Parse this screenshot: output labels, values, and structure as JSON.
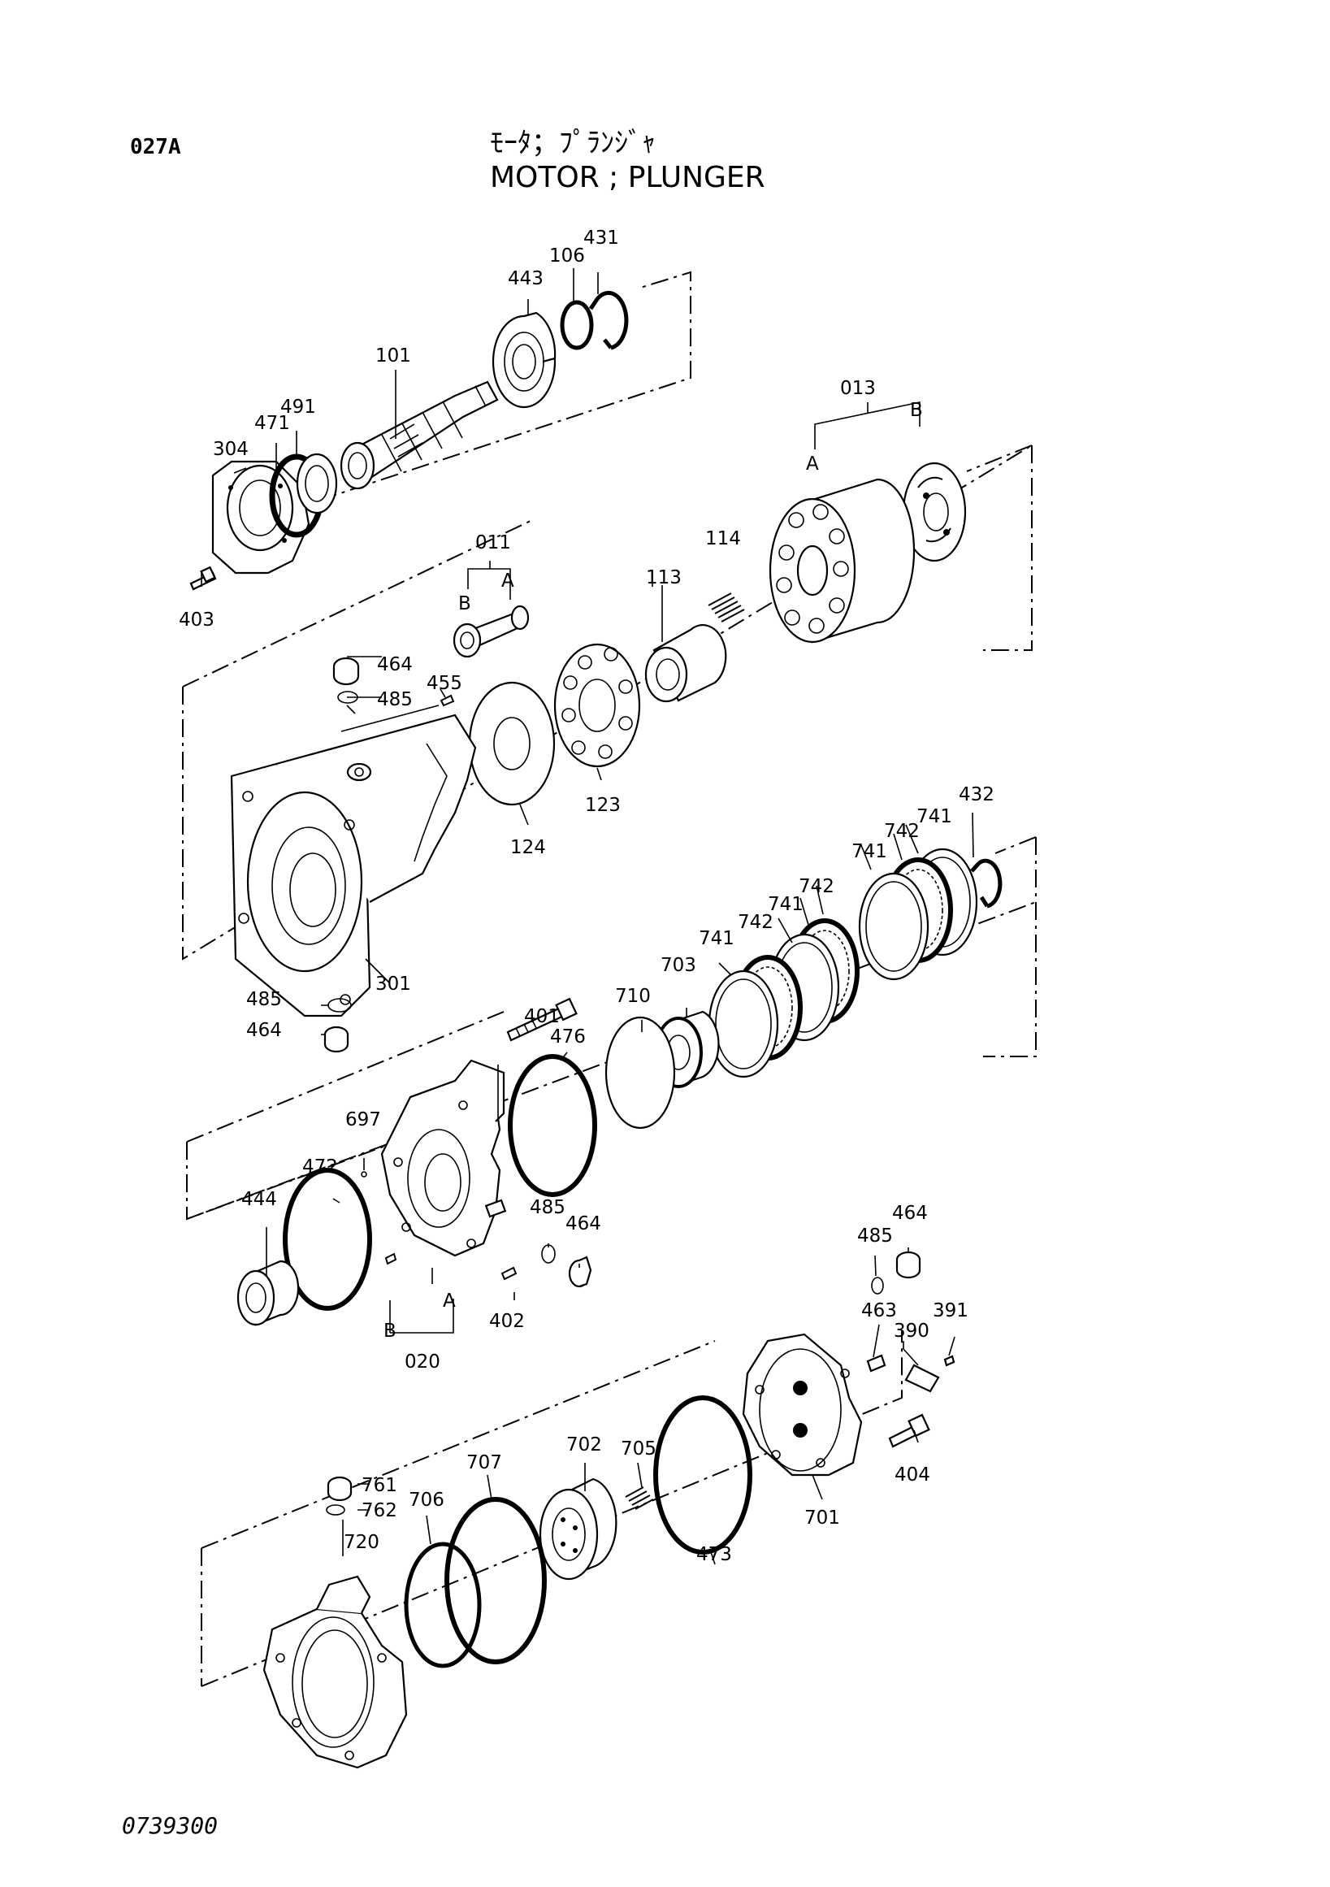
{
  "header": {
    "figure_code": "027A",
    "title_jp": "ﾓｰﾀ；ﾌﾟﾗﾝｼﾞｬ",
    "title_en": "MOTOR ; PLUNGER"
  },
  "footer": {
    "drawing_no": "0739300"
  },
  "callouts": [
    {
      "id": "c-431",
      "text": "431"
    },
    {
      "id": "c-106",
      "text": "106"
    },
    {
      "id": "c-443",
      "text": "443"
    },
    {
      "id": "c-101",
      "text": "101"
    },
    {
      "id": "c-491",
      "text": "491"
    },
    {
      "id": "c-471",
      "text": "471"
    },
    {
      "id": "c-304",
      "text": "304"
    },
    {
      "id": "c-403",
      "text": "403"
    },
    {
      "id": "c-013",
      "text": "013"
    },
    {
      "id": "c-013B",
      "text": "B"
    },
    {
      "id": "c-013A",
      "text": "A"
    },
    {
      "id": "c-011",
      "text": "011"
    },
    {
      "id": "c-011B",
      "text": "B"
    },
    {
      "id": "c-011A",
      "text": "A"
    },
    {
      "id": "c-114",
      "text": "114"
    },
    {
      "id": "c-113",
      "text": "113"
    },
    {
      "id": "c-464a",
      "text": "464"
    },
    {
      "id": "c-485a",
      "text": "485"
    },
    {
      "id": "c-455",
      "text": "455"
    },
    {
      "id": "c-123",
      "text": "123"
    },
    {
      "id": "c-124",
      "text": "124"
    },
    {
      "id": "c-301",
      "text": "301"
    },
    {
      "id": "c-485b",
      "text": "485"
    },
    {
      "id": "c-464b",
      "text": "464"
    },
    {
      "id": "c-432",
      "text": "432"
    },
    {
      "id": "c-741a",
      "text": "741"
    },
    {
      "id": "c-742a",
      "text": "742"
    },
    {
      "id": "c-741b",
      "text": "741"
    },
    {
      "id": "c-742b",
      "text": "742"
    },
    {
      "id": "c-741c",
      "text": "741"
    },
    {
      "id": "c-742c",
      "text": "742"
    },
    {
      "id": "c-741d",
      "text": "741"
    },
    {
      "id": "c-703",
      "text": "703"
    },
    {
      "id": "c-710",
      "text": "710"
    },
    {
      "id": "c-401",
      "text": "401"
    },
    {
      "id": "c-476",
      "text": "476"
    },
    {
      "id": "c-697",
      "text": "697"
    },
    {
      "id": "c-472",
      "text": "472"
    },
    {
      "id": "c-444",
      "text": "444"
    },
    {
      "id": "c-485c",
      "text": "485"
    },
    {
      "id": "c-464c",
      "text": "464"
    },
    {
      "id": "c-020A",
      "text": "A"
    },
    {
      "id": "c-020B",
      "text": "B"
    },
    {
      "id": "c-020",
      "text": "020"
    },
    {
      "id": "c-402",
      "text": "402"
    },
    {
      "id": "c-464d",
      "text": "464"
    },
    {
      "id": "c-485d",
      "text": "485"
    },
    {
      "id": "c-463",
      "text": "463"
    },
    {
      "id": "c-391",
      "text": "391"
    },
    {
      "id": "c-390",
      "text": "390"
    },
    {
      "id": "c-705",
      "text": "705"
    },
    {
      "id": "c-404",
      "text": "404"
    },
    {
      "id": "c-702",
      "text": "702"
    },
    {
      "id": "c-701",
      "text": "701"
    },
    {
      "id": "c-707",
      "text": "707"
    },
    {
      "id": "c-706",
      "text": "706"
    },
    {
      "id": "c-761",
      "text": "761"
    },
    {
      "id": "c-762",
      "text": "762"
    },
    {
      "id": "c-720",
      "text": "720"
    },
    {
      "id": "c-473",
      "text": "473"
    }
  ]
}
